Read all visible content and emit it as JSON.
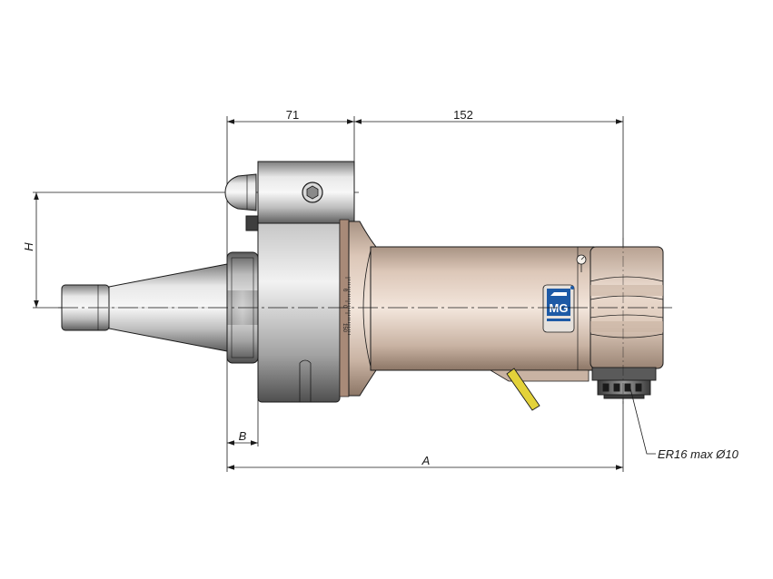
{
  "dimensions": {
    "top_left": "71",
    "top_right": "152",
    "height": "H",
    "flange": "B",
    "overall": "A"
  },
  "callout": {
    "collet": "ER16 max Ø10"
  },
  "scale": {
    "top": "0",
    "zero": "0",
    "bottom": "150"
  },
  "logo": {
    "text": "MG"
  },
  "colors": {
    "body": "#dcc7b8",
    "steel": "#cfcfcf",
    "logo": "#1d5aa6",
    "lever": "#e3d23a",
    "line": "#1a1a1a"
  }
}
